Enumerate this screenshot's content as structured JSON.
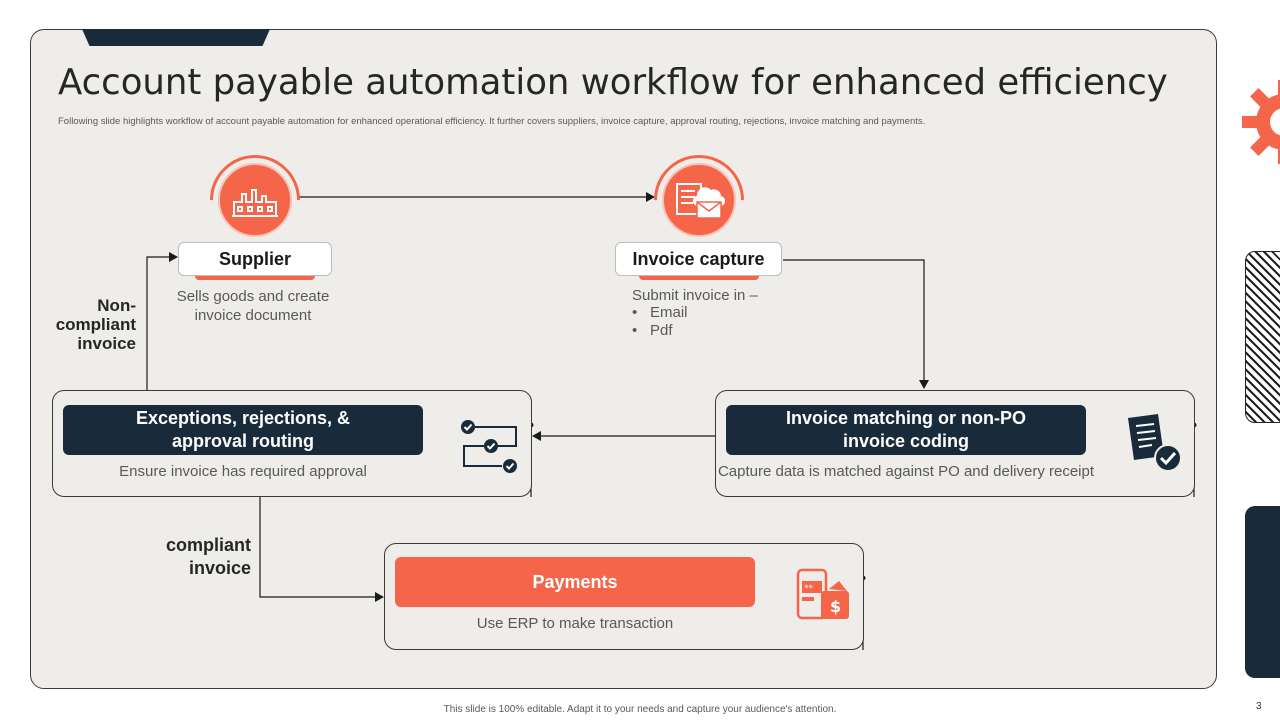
{
  "title": "Account payable automation workflow for enhanced efficiency",
  "subtitle": "Following slide highlights workflow of account payable automation for enhanced operational efficiency. It further covers suppliers, invoice capture, approval routing, rejections, invoice matching and payments.",
  "footer": "This slide is 100% editable. Adapt it to your needs and capture your audience's attention.",
  "page_number": "3",
  "colors": {
    "accent": "#f4654a",
    "navy": "#192b3a",
    "panel": "#efede9"
  },
  "steps": {
    "supplier": {
      "label": "Supplier",
      "desc_line1": "Sells goods and create",
      "desc_line2": "invoice document",
      "icon": "factory-icon"
    },
    "invoice_capture": {
      "label": "Invoice capture",
      "desc": "Submit invoice in –",
      "bullets": [
        "Email",
        "Pdf"
      ],
      "icon": "document-mail-icon"
    },
    "matching": {
      "label_line1": "Invoice matching or non-PO",
      "label_line2": "invoice coding",
      "desc": "Capture data is matched against PO and delivery receipt",
      "icon": "document-check-icon"
    },
    "exceptions": {
      "label_line1": "Exceptions, rejections, &",
      "label_line2": "approval routing",
      "desc": "Ensure invoice has required approval",
      "icon": "workflow-check-icon"
    },
    "payments": {
      "label": "Payments",
      "desc": "Use ERP to make transaction",
      "icon": "mobile-wallet-icon"
    }
  },
  "connectors": {
    "non_compliant_line1": "Non-",
    "non_compliant_line2": "compliant",
    "non_compliant_line3": "invoice",
    "compliant_line1": "compliant",
    "compliant_line2": "invoice"
  }
}
